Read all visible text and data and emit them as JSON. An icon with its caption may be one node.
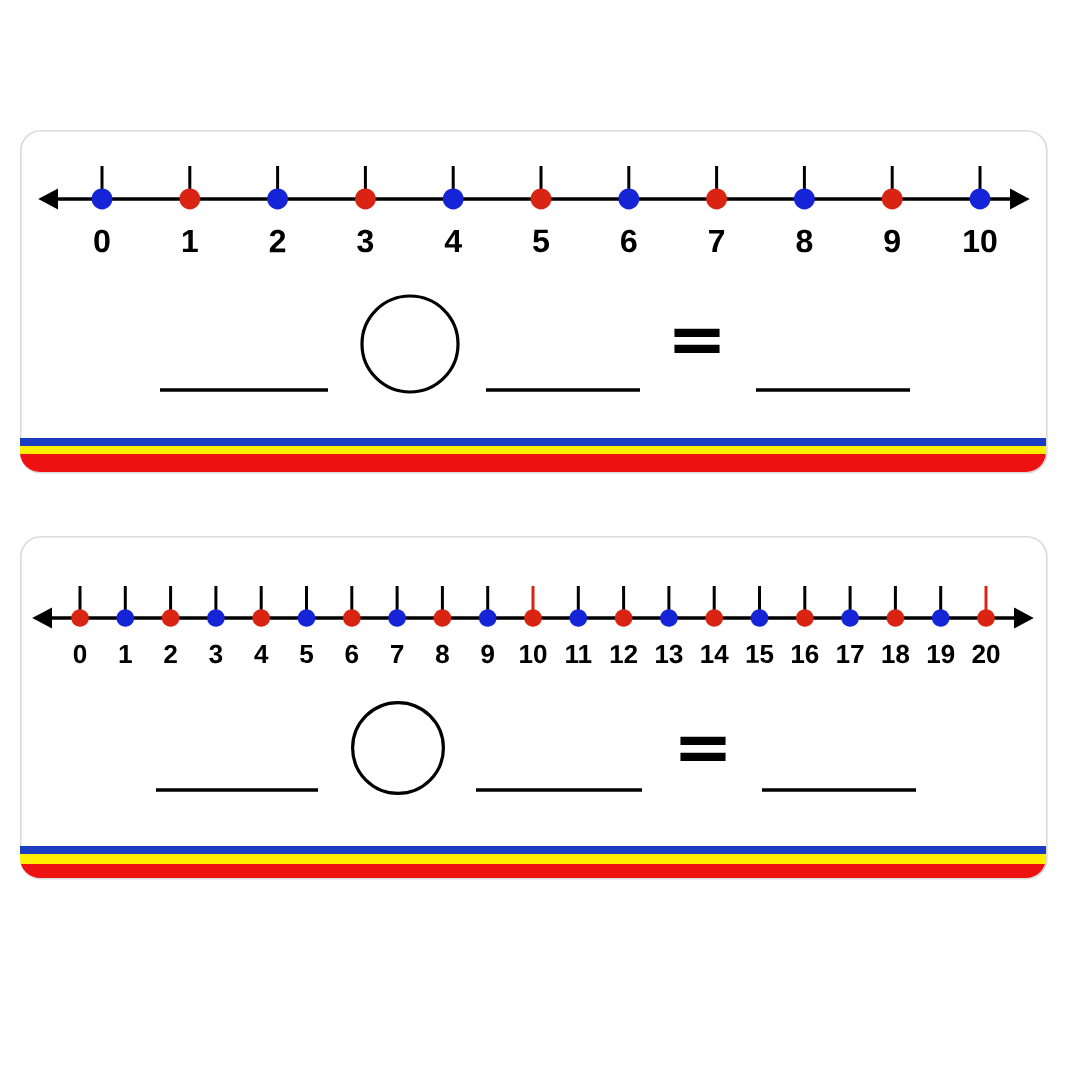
{
  "diagram": {
    "nodes": [
      {
        "text": [
          "0",
          "1",
          "2",
          "3",
          "4",
          "5",
          "6",
          "7",
          "8",
          "9",
          "10",
          "="
        ]
      },
      {
        "text": [],
        "shape": "circle",
        "in": 0
      },
      {
        "text": [
          "0",
          "1",
          "2",
          "3",
          "4",
          "5",
          "6",
          "7",
          "8",
          "9",
          "10",
          "11",
          "12",
          "13",
          "14",
          "15",
          "16",
          "17",
          "18",
          "19",
          "20",
          "="
        ]
      },
      {
        "text": [],
        "shape": "circle",
        "in": 2
      }
    ]
  }
}
